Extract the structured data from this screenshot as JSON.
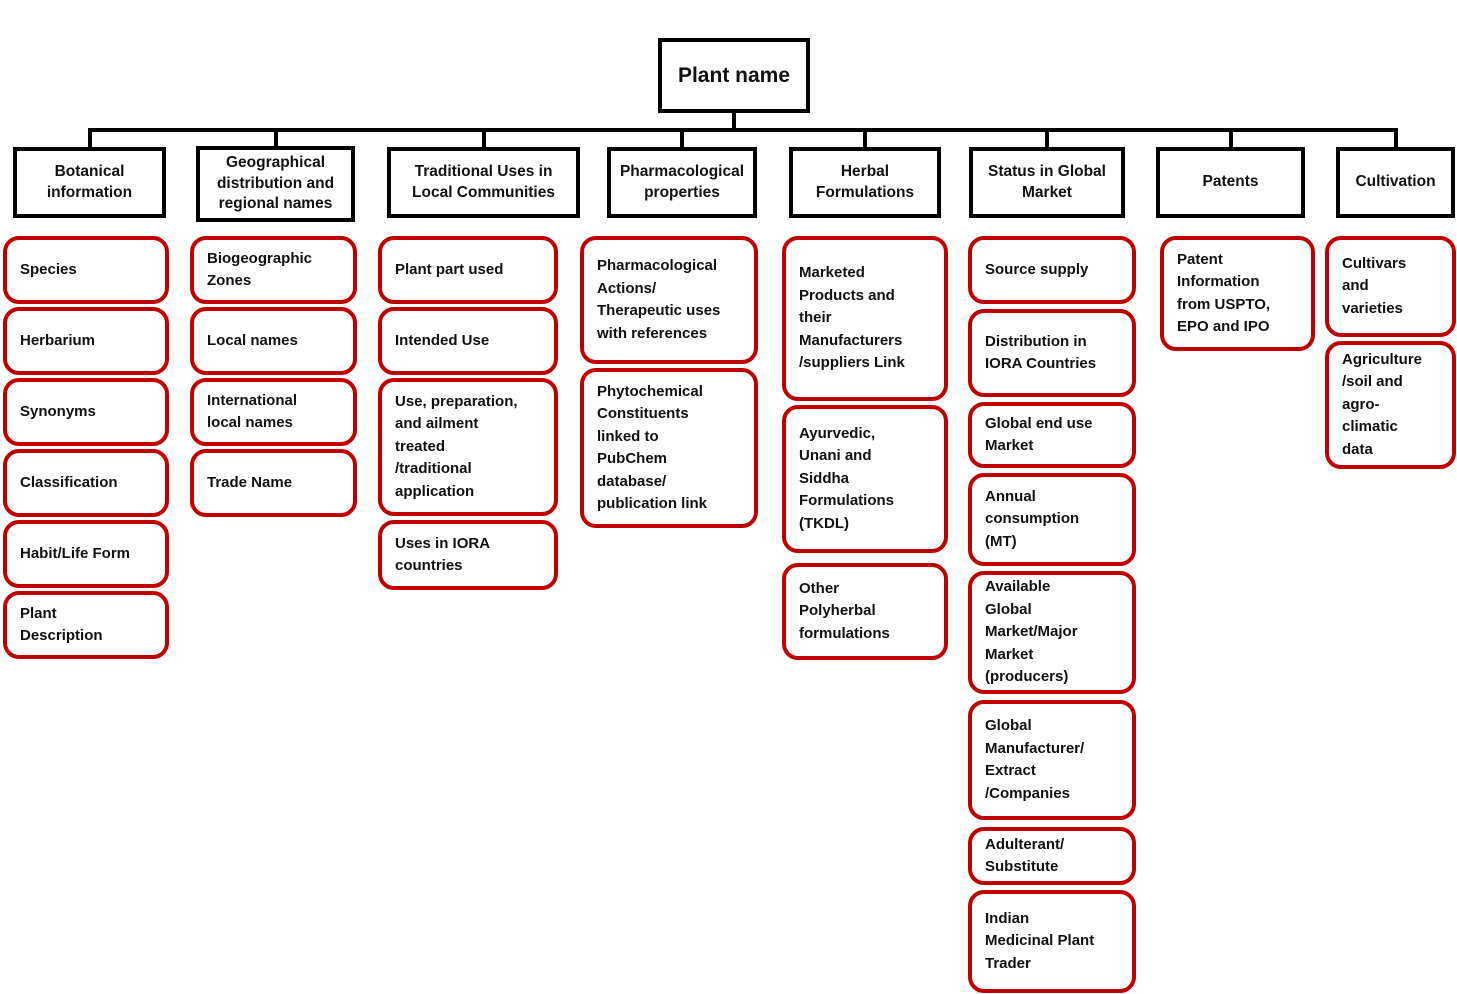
{
  "root": {
    "label": "Plant name"
  },
  "colors": {
    "line": "#000000",
    "category_border": "#000000",
    "item_border": "#c00000",
    "text": "#111111",
    "background": "#ffffff"
  },
  "columns": [
    {
      "title": "Botanical\ninformation",
      "items": [
        "Species",
        "Herbarium",
        "Synonyms",
        "Classification",
        "Habit/Life Form",
        "Plant\nDescription"
      ]
    },
    {
      "title": "Geographical\ndistribution and\nregional names",
      "items": [
        "Biogeographic\nZones",
        "Local names",
        "International\nlocal names",
        "Trade Name"
      ]
    },
    {
      "title": "Traditional Uses in\nLocal Communities",
      "items": [
        "Plant part used",
        "Intended Use",
        "Use, preparation,\nand ailment\ntreated\n/traditional\napplication",
        "Uses in IORA\ncountries"
      ]
    },
    {
      "title": "Pharmacological\nproperties",
      "items": [
        "Pharmacological\nActions/\nTherapeutic uses\nwith references",
        "Phytochemical\nConstituents\nlinked to\nPubChem\ndatabase/\npublication link"
      ]
    },
    {
      "title": "Herbal\nFormulations",
      "items": [
        "Marketed\nProducts and\ntheir\nManufacturers\n/suppliers Link",
        "Ayurvedic,\nUnani and\nSiddha\nFormulations\n(TKDL)",
        "Other\nPolyherbal\nformulations"
      ]
    },
    {
      "title": "Status in Global\nMarket",
      "items": [
        "Source supply",
        "Distribution in\nIORA Countries",
        "Global end use\nMarket",
        "Annual\nconsumption\n(MT)",
        "Available\nGlobal\nMarket/Major\nMarket\n(producers)",
        "Global\nManufacturer/\nExtract\n/Companies",
        "Adulterant/\nSubstitute",
        "Indian\nMedicinal Plant\nTrader"
      ]
    },
    {
      "title": "Patents",
      "items": [
        "Patent\nInformation\nfrom USPTO,\nEPO and IPO"
      ]
    },
    {
      "title": "Cultivation",
      "items": [
        "Cultivars\nand\nvarieties",
        "Agriculture\n/soil and\nagro-\nclimatic\ndata"
      ]
    }
  ]
}
